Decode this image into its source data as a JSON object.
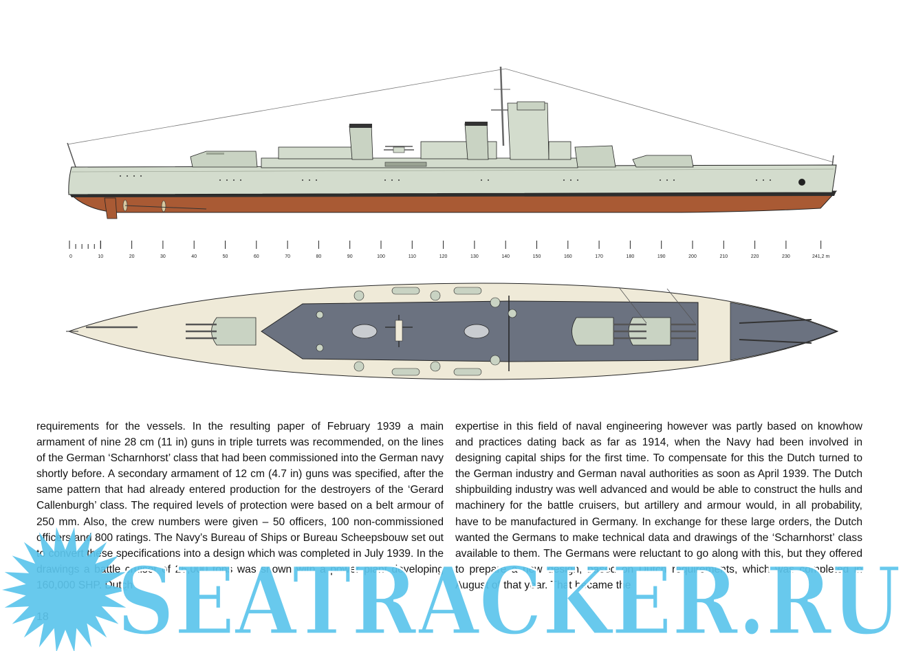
{
  "illustration": {
    "scale_ticks": [
      "0",
      "10",
      "20",
      "30",
      "40",
      "50",
      "60",
      "70",
      "80",
      "90",
      "100",
      "110",
      "120",
      "130",
      "140",
      "150",
      "160",
      "170",
      "180",
      "190",
      "200",
      "210",
      "220",
      "230",
      "241,2 m"
    ],
    "colors": {
      "hull": "#d3dccd",
      "hull_below_waterline": "#a95a34",
      "boot_topping": "#2e2e2e",
      "deck_wood": "#efead8",
      "deck_steel": "#6b7280",
      "turret": "#c9d3c3"
    }
  },
  "text": {
    "left_column": "requirements for the vessels. In the resulting paper of February 1939  a main armament of nine 28 cm (11 in) guns in triple turrets was recommended, on the lines of the German ‘Scharnhorst’ class that had been commissioned into the German navy shortly before. A secondary armament of 12 cm (4.7 in) guns was specified, after the same pattern that had already entered production for the destroyers of the ‘Gerard Callenburgh’ class. The required levels of protection were based on a belt armour of 250 mm. Also, the crew numbers were given – 50 officers, 100 non-commissioned officers and 800 ratings. The Navy’s Bureau of Ships or Bureau Scheepsbouw set out to convert these specifications into a design which was completed in July 1939. In the drawings a battle cruiser of 26,000 tons was shown with a power plant developing 160,000 SHP. Dutch",
    "right_column": "expertise in this field of naval engineering however was partly based on knowhow and practices dating back as far as 1914, when the Navy had been involved in designing capital ships for the first time. To compensate for this the Dutch turned to the German industry and German naval authorities as soon as April 1939. The Dutch shipbuilding industry was well advanced and would be able to construct the hulls and machinery for the battle cruisers, but artillery and armour would, in all probability, have to be manufactured in Germany. In exchange for these large orders, the Dutch wanted the Germans to make technical data and drawings of the ‘Scharnhorst’ class available to them. The Germans were reluctant to go along with this, but they offered to prepare a new design, based on Dutch requirements, which was completed in August of that year. That became the",
    "page_number": "18"
  },
  "watermark": {
    "text": "SEATRACKER.RU",
    "color": "#5bc4ec"
  }
}
